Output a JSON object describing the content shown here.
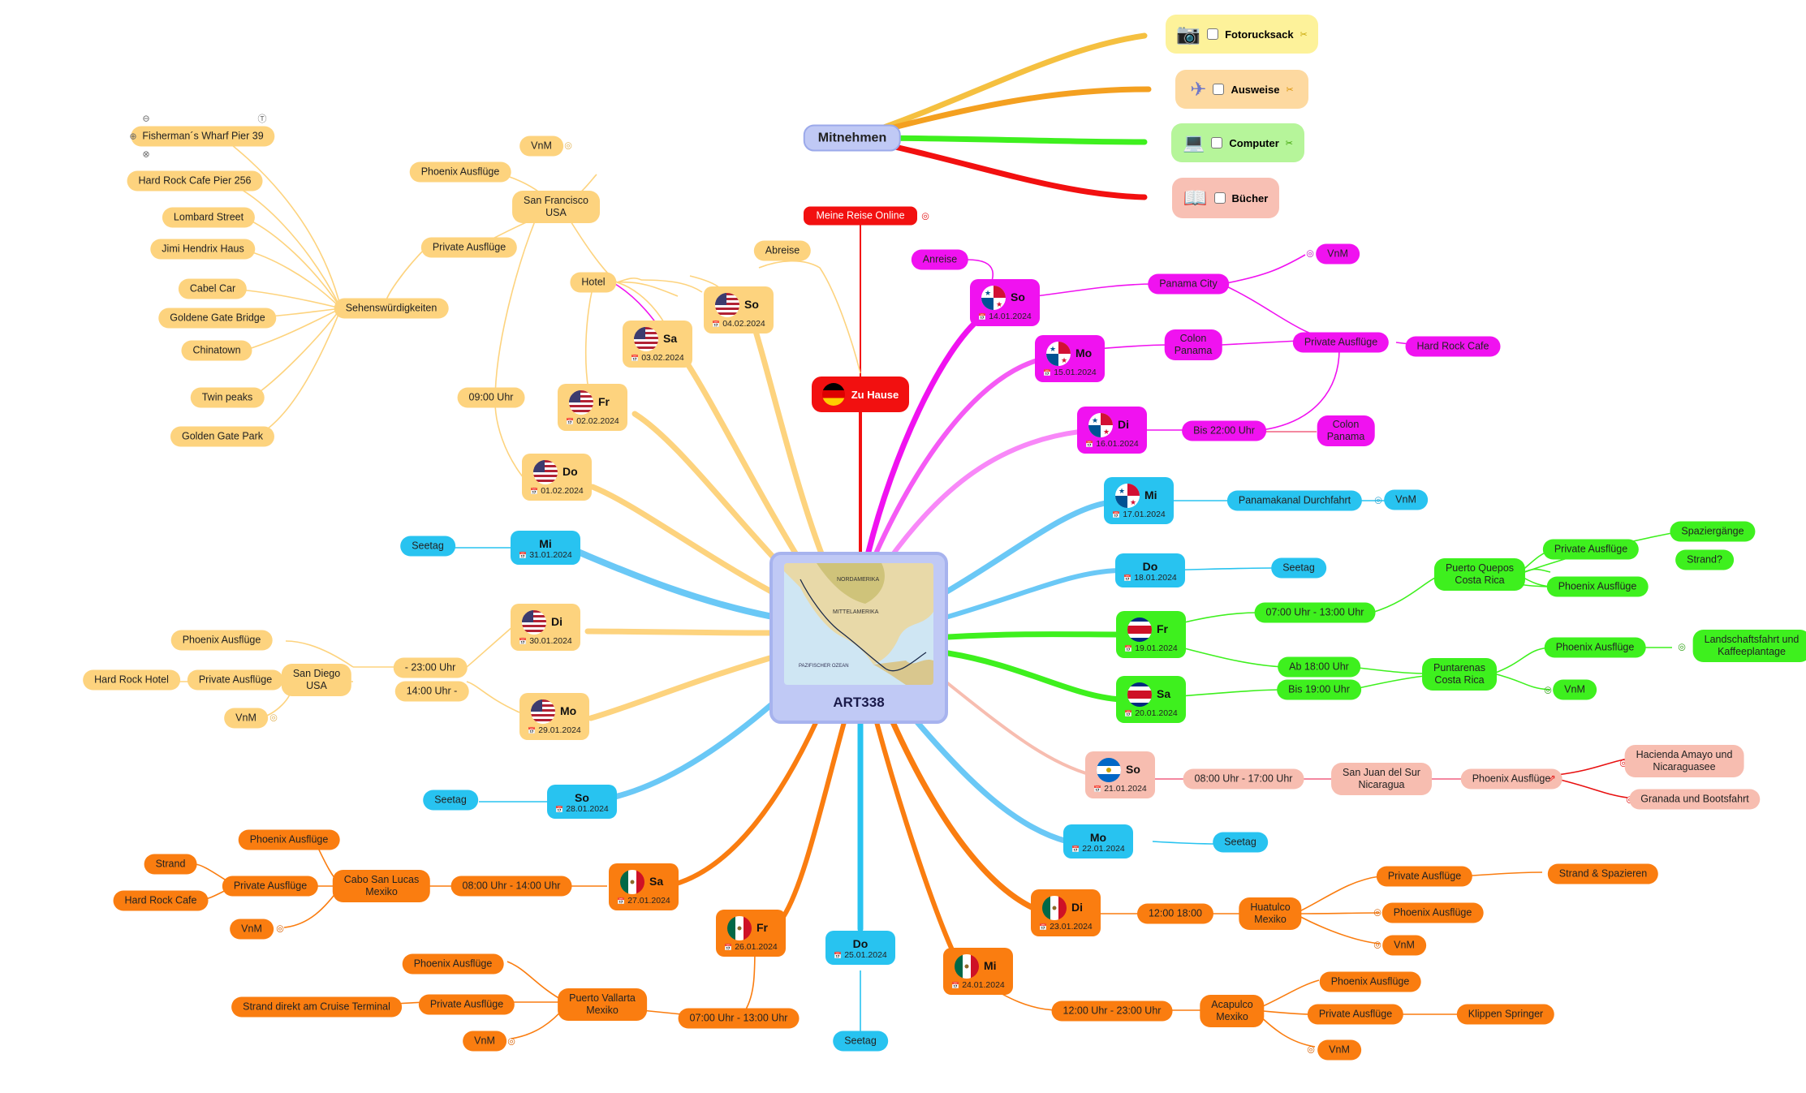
{
  "colors": {
    "orange_light": "#fdd37e",
    "orange_dark": "#fa7d10",
    "magenta": "#f012f0",
    "blue": "#28c3f0",
    "green": "#3ef01e",
    "salmon": "#f7bdb0",
    "red": "#f21010",
    "central": "#c0c9f5"
  },
  "central": {
    "title": "ART338"
  },
  "home": {
    "label": "Zu Hause",
    "online": "Meine Reise Online"
  },
  "mitnehmen": {
    "label": "Mitnehmen",
    "items": [
      {
        "label": "Fotorucksack",
        "icon": "camera-icon"
      },
      {
        "label": "Ausweise",
        "icon": "airplane-icon"
      },
      {
        "label": "Computer",
        "icon": "laptop-icon"
      },
      {
        "label": "Bücher",
        "icon": "book-icon"
      }
    ]
  },
  "days": {
    "so14": {
      "day": "So",
      "date": "14.01.2024"
    },
    "mo15": {
      "day": "Mo",
      "date": "15.01.2024"
    },
    "di16": {
      "day": "Di",
      "date": "16.01.2024"
    },
    "mi17": {
      "day": "Mi",
      "date": "17.01.2024"
    },
    "do18": {
      "day": "Do",
      "date": "18.01.2024"
    },
    "fr19": {
      "day": "Fr",
      "date": "19.01.2024"
    },
    "sa20": {
      "day": "Sa",
      "date": "20.01.2024"
    },
    "so21": {
      "day": "So",
      "date": "21.01.2024"
    },
    "mo22": {
      "day": "Mo",
      "date": "22.01.2024"
    },
    "di23": {
      "day": "Di",
      "date": "23.01.2024"
    },
    "mi24": {
      "day": "Mi",
      "date": "24.01.2024"
    },
    "do25": {
      "day": "Do",
      "date": "25.01.2024"
    },
    "fr26": {
      "day": "Fr",
      "date": "26.01.2024"
    },
    "sa27": {
      "day": "Sa",
      "date": "27.01.2024"
    },
    "so28": {
      "day": "So",
      "date": "28.01.2024"
    },
    "mo29": {
      "day": "Mo",
      "date": "29.01.2024"
    },
    "di30": {
      "day": "Di",
      "date": "30.01.2024"
    },
    "mi31": {
      "day": "Mi",
      "date": "31.01.2024"
    },
    "do01": {
      "day": "Do",
      "date": "01.02.2024"
    },
    "fr02": {
      "day": "Fr",
      "date": "02.02.2024"
    },
    "sa03": {
      "day": "Sa",
      "date": "03.02.2024"
    },
    "so04": {
      "day": "So",
      "date": "04.02.2024"
    }
  },
  "panama": {
    "anreise": "Anreise",
    "panama_city": "Panama City",
    "vnm": "VnM",
    "private": "Private Ausflüge",
    "hardrock": "Hard Rock Cafe",
    "colon1": [
      "Colon",
      "Panama"
    ],
    "bis22": "Bis 22:00 Uhr",
    "colon2": [
      "Colon",
      "Panama"
    ],
    "kanal": "Panamakanal Durchfahrt",
    "kanal_vnm": "VnM"
  },
  "seetag": "Seetag",
  "costa": {
    "time1": "07:00 Uhr - 13:00 Uhr",
    "quepos": [
      "Puerto Quepos",
      "Costa Rica"
    ],
    "private": "Private Ausflüge",
    "spazier": "Spaziergänge",
    "strand": "Strand?",
    "phoenix": "Phoenix Ausflüge",
    "ab18": "Ab 18:00 Uhr",
    "bis19": "Bis 19:00 Uhr",
    "puntarenas": [
      "Puntarenas",
      "Costa Rica"
    ],
    "phoenix2": "Phoenix Ausflüge",
    "landschaft": [
      "Landschaftsfahrt und",
      "Kaffeeplantage"
    ],
    "vnm": "VnM"
  },
  "nicaragua": {
    "time": "08:00 Uhr - 17:00 Uhr",
    "place": [
      "San Juan del Sur",
      "Nicaragua"
    ],
    "phoenix": "Phoenix Ausflüge",
    "hacienda": [
      "Hacienda Amayo und",
      "Nicaraguasee"
    ],
    "granada": "Granada und Bootsfahrt"
  },
  "huatulco": {
    "time": "12:00 18:00",
    "place": [
      "Huatulco",
      "Mexiko"
    ],
    "private": "Private Ausflüge",
    "strand": "Strand & Spazieren",
    "phoenix": "Phoenix Ausflüge",
    "vnm": "VnM"
  },
  "acapulco": {
    "time": "12:00 Uhr - 23:00 Uhr",
    "place": [
      "Acapulco",
      "Mexiko"
    ],
    "phoenix": "Phoenix Ausflüge",
    "private": "Private Ausflüge",
    "klippen": "Klippen Springer",
    "vnm": "VnM"
  },
  "vallarta": {
    "time": "07:00 Uhr - 13:00 Uhr",
    "place": [
      "Puerto Vallarta",
      "Mexiko"
    ],
    "phoenix": "Phoenix Ausflüge",
    "private": "Private Ausflüge",
    "strand": "Strand direkt am Cruise Terminal",
    "vnm": "VnM"
  },
  "cabo": {
    "time": "08:00 Uhr  - 14:00 Uhr",
    "place": [
      "Cabo San Lucas",
      "Mexiko"
    ],
    "phoenix": "Phoenix Ausflüge",
    "private": "Private Ausflüge",
    "strand": "Strand",
    "hardrock": "Hard Rock Cafe",
    "vnm": "VnM"
  },
  "sandiego": {
    "time1": "- 23:00 Uhr",
    "time2": "14:00 Uhr -",
    "place": [
      "San Diego",
      "USA"
    ],
    "phoenix": "Phoenix Ausflüge",
    "private": "Private Ausflüge",
    "hardrock": "Hard Rock Hotel",
    "vnm": "VnM"
  },
  "sanfran": {
    "place": [
      "San Francisco",
      "USA"
    ],
    "vnm": "VnM",
    "phoenix": "Phoenix Ausflüge",
    "private": "Private Ausflüge",
    "time": "09:00 Uhr",
    "hotel": "Hotel",
    "abreise": "Abreise",
    "sehens": "Sehenswürdigkeiten",
    "sights": [
      "Fisherman´s Wharf Pier 39",
      "Hard Rock Cafe Pier 256",
      "Lombard Street",
      "Jimi Hendrix Haus",
      "Cabel Car",
      "Goldene Gate Bridge",
      "Chinatown",
      "Twin peaks",
      "Golden Gate Park"
    ]
  },
  "map_labels": [
    "NORDAMERIKA",
    "MITTELAMERIKA",
    "PAZIFISCHER OZEAN"
  ]
}
